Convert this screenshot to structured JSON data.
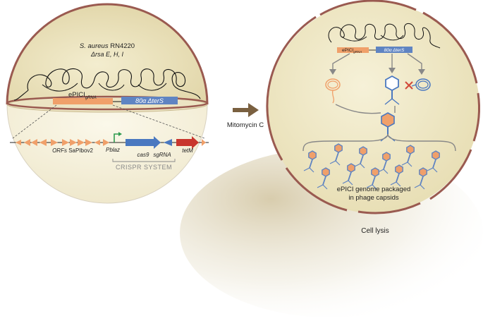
{
  "colors": {
    "cell_fill": "#efe9c8",
    "cell_border": "#9a5a50",
    "epici": "#f0a06a",
    "phage80": "#5f84c2",
    "promoter": "#2f9b4e",
    "tetm": "#c8362e",
    "crispr_arrow": "#4a78c0",
    "process_arrow": "#7a6040",
    "cross": "#d14a3a"
  },
  "left_cell": {
    "strain_name": "S. aureus",
    "strain_id": "RN4220",
    "deletions": "Δrsa E, H, I",
    "epici_label": "ePICI",
    "epici_sub": "gRNA",
    "phage_label": "80α ΔterS"
  },
  "construct": {
    "orfs_label": "ORFs",
    "sapi_label": "SaPIbov2",
    "pblaz": "Pblaz",
    "cas9": "cas9",
    "sgrna": "sgRNA",
    "tetm": "tetM",
    "crispr": "CRISPR SYSTEM"
  },
  "treatment": "Mitomycin C",
  "right_cell": {
    "epici_label": "ePICI",
    "epici_sub": "gRNA",
    "phage_label": "80α ΔterS",
    "packaged_line1": "ePICI genome packaged",
    "packaged_line2": "in phage capsids"
  },
  "outcome": "Cell lysis"
}
